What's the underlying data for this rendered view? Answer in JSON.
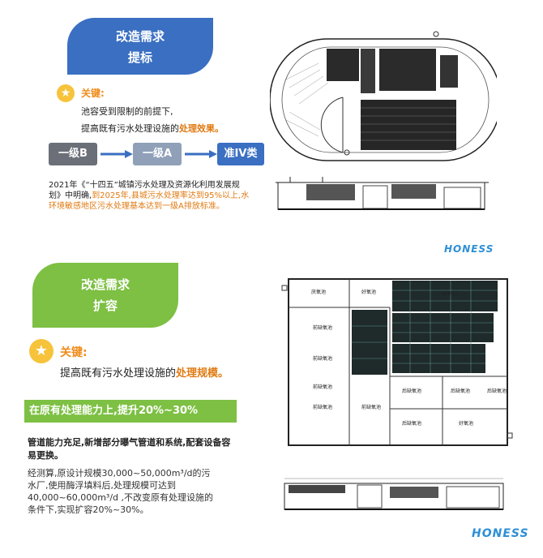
{
  "section1": {
    "tab_line1": "改造需求",
    "tab_line2": "提标",
    "key_label": "关键:",
    "key_line1": "池容受到限制的前提下,",
    "key_line2_prefix": "提高既有污水处理设施的",
    "key_line2_highlight": "处理效果。",
    "steps": [
      "一级B",
      "一级A",
      "准IV类"
    ],
    "note_plain": "2021年《“十四五”城镇污水处理及资源化利用发展规划》中明确,",
    "note_highlight": "到2025年,县城污水处理率达到95%以上,水环境敏感地区污水处理基本达到一级A排放标准。"
  },
  "section2": {
    "tab_line1": "改造需求",
    "tab_line2": "扩容",
    "key_label": "关键:",
    "key_line_prefix": "提高既有污水处理设施的",
    "key_line_highlight": "处理规模。",
    "green_bar": "在原有处理能力上,提升20%~30%",
    "bold_text": "管道能力充足,新增部分曝气管道和系统,配套设备容易更换。",
    "body_text": "经测算,原设计规模30,000~50,000m³/d的污水厂,使用酶浮填料后,处理规模可达到40,000~60,000m³/d ,不改变原有处理设施的条件下,实现扩容20%~30%。"
  },
  "logos": [
    "HONESS",
    "HONESS"
  ],
  "drawing2_labels": [
    "厌氧池",
    "好氧池",
    "前缺氧池",
    "前缺氧池",
    "前缺氧池",
    "前缺氧池",
    "前缺氧池",
    "后缺氧池",
    "后缺氧池",
    "后缺氧池",
    "后缺氧池",
    "好氧池",
    "好氧池"
  ],
  "colors": {
    "blue": "#3a6fc2",
    "green": "#7dc043",
    "orange": "#e07a12",
    "star": "#f6c33b"
  }
}
